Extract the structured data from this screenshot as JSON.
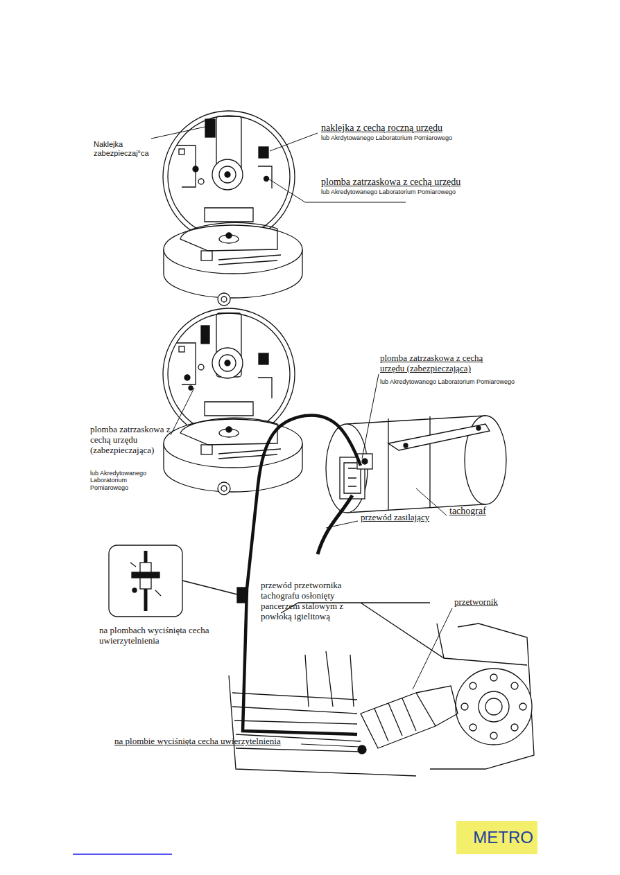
{
  "diagram": {
    "nodes": [
      {
        "text": [
          "METRO"
        ]
      }
    ],
    "labels": [
      "Naklejka zabezpieczaj°ca",
      "naklejka z cechą roczną urzędu",
      "lub Akrdytowanego Laboratorium Pomiarowego",
      "plomba zatrzaskowa z cechą urzędu",
      "lub Akredytowanego Laboratorium Pomiarowego",
      "plomba zatrzaskowa z cechą urzędu (zabezpieczająca)",
      "lub Akredytowanego Laboratorium Pomiarowego",
      "plomba zatrzaskowa z cechą urzędu (zabezpieczająca)",
      "lub Akredytowanego Laboratorium Pomiarowego",
      "tachograf",
      "przewód zasilający",
      "przewód przetwornika tachografu osłonięty pancerzem stalowym z powłoką igielitową",
      "przetwornik",
      "na plombach wyciśnięta cecha uwierzytelnienia",
      "na plombie wyciśnięta cecha uwierzytelnienia"
    ]
  }
}
